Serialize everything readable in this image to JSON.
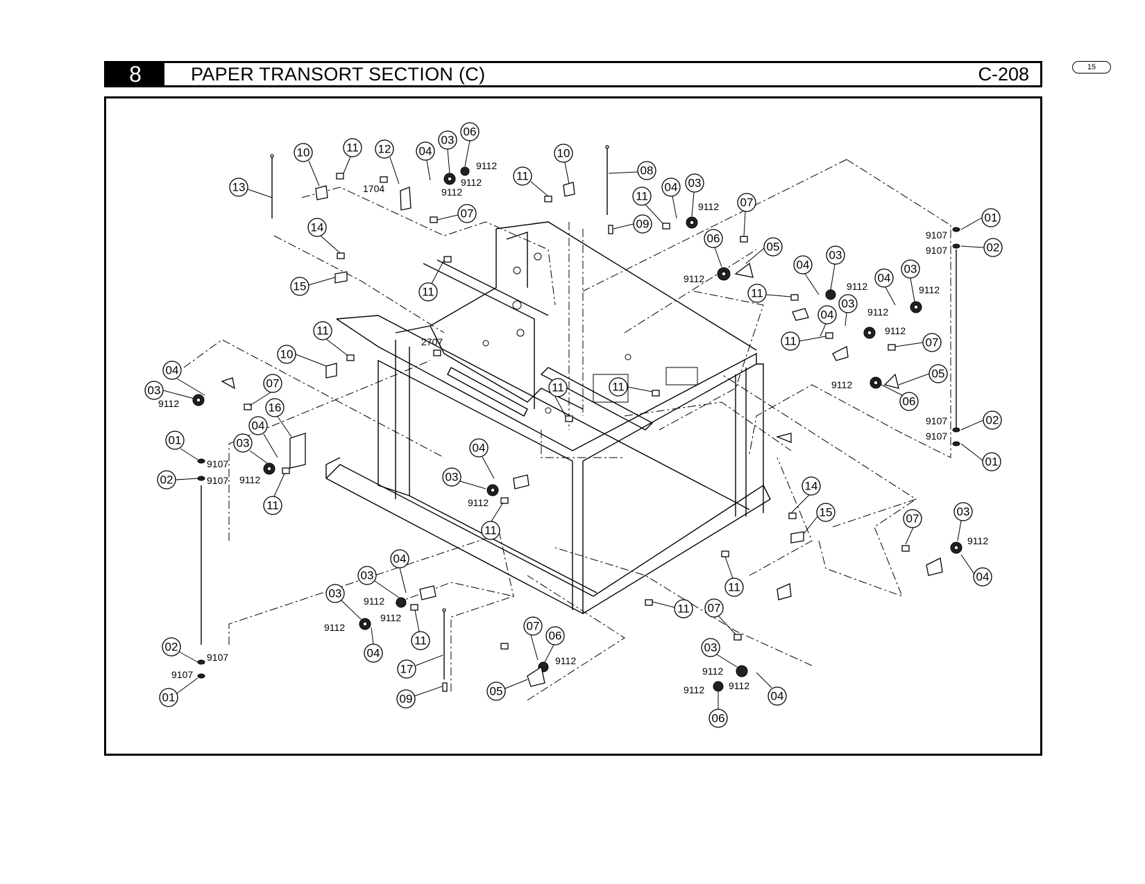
{
  "header": {
    "section_number": "8",
    "title": "PAPER TRANSORT SECTION (C)",
    "code": "C-208"
  },
  "page_number": "15",
  "diagram": {
    "callouts": [
      "01",
      "02",
      "03",
      "04",
      "05",
      "06",
      "07",
      "08",
      "09",
      "10",
      "11",
      "12",
      "13",
      "14",
      "15",
      "16",
      "17"
    ],
    "part_codes": [
      "9107",
      "9112",
      "1704",
      "2707"
    ]
  }
}
